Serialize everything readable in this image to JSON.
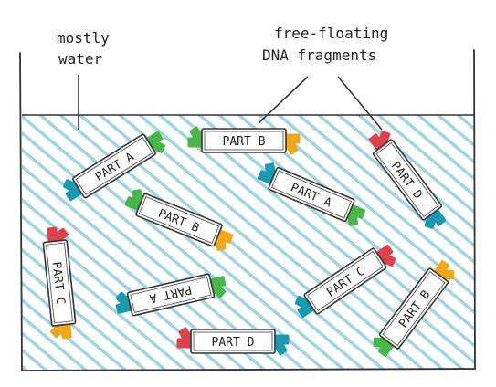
{
  "annotations": {
    "water_line1": "mostly",
    "water_line2": "water",
    "fragments_line1": "free-floating",
    "fragments_line2": "DNA fragments"
  },
  "fragments": [
    {
      "label": "PART A",
      "left_color": "#1a9ab0",
      "right_color": "#48b648"
    },
    {
      "label": "PART B",
      "left_color": "#48b648",
      "right_color": "#f0a818"
    },
    {
      "label": "PART D",
      "left_color": "#e0404a",
      "right_color": "#1a9ab0"
    },
    {
      "label": "PART A",
      "left_color": "#1a9ab0",
      "right_color": "#48b648"
    },
    {
      "label": "PART B",
      "left_color": "#48b648",
      "right_color": "#f0a818"
    },
    {
      "label": "PART C",
      "left_color": "#e0404a",
      "right_color": "#f0a818"
    },
    {
      "label": "PART A",
      "left_color": "#48b648",
      "right_color": "#1a9ab0"
    },
    {
      "label": "PART C",
      "left_color": "#1a9ab0",
      "right_color": "#e0404a"
    },
    {
      "label": "PART B",
      "left_color": "#48b648",
      "right_color": "#f0a818"
    },
    {
      "label": "PART D",
      "left_color": "#e0404a",
      "right_color": "#1a9ab0"
    }
  ],
  "colors": {
    "water_hatch": "#9fd4e2",
    "outline": "#333333"
  }
}
